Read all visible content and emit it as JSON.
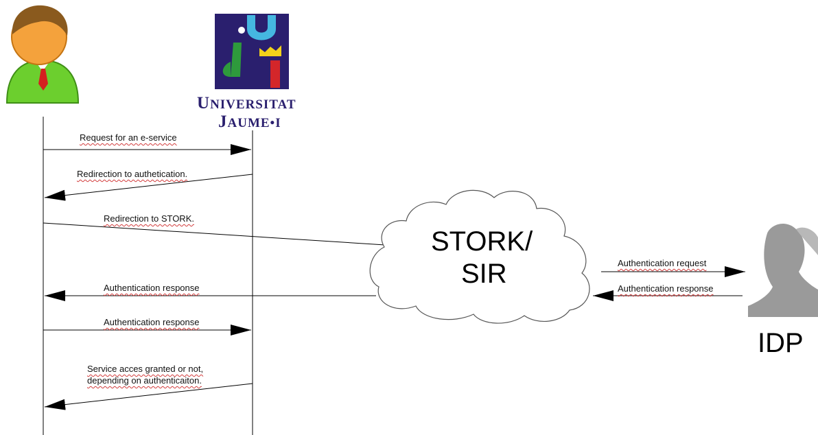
{
  "university": {
    "line1_initial": "U",
    "line1_rest": "NIVERSITAT",
    "line2_initial": "J",
    "line2_rest": "AUME•I"
  },
  "cloud": {
    "line1": "STORK/",
    "line2": "SIR"
  },
  "idp_label": "IDP",
  "messages": {
    "m1": "Request for an e-service",
    "m2": "Redirection to authetication.",
    "m3": "Redirection to STORK.",
    "m4": "Authentication response",
    "m5": "Authentication response",
    "m6_line1": "Service acces granted or not,",
    "m6_line2": "depending on authenticaiton.",
    "m7": "Authentication request",
    "m8": "Authentication response"
  },
  "colors": {
    "user_shirt": "#6ccf2e",
    "user_face": "#f4a23c",
    "user_hair": "#8a5a1e",
    "tie": "#d42020",
    "uni_blue": "#2a1f6e",
    "uni_cyan": "#45b7e0",
    "uni_green": "#2e9a3c",
    "uni_red": "#d4262a",
    "uni_yellow": "#f2d21a",
    "idp_gray": "#9a9a9a"
  }
}
